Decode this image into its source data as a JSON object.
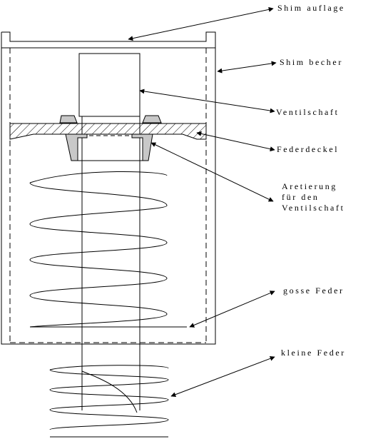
{
  "labels": {
    "shim_auflage": "Shim auflage",
    "shim_becher": "Shim becher",
    "ventilschaft": "Ventilschaft",
    "federdeckel": "Federdeckel",
    "arretierung": [
      "Aretierung",
      "für den",
      "Ventilschaft"
    ],
    "grosse_feder": "gosse Feder",
    "kleine_feder": "kleine Feder"
  },
  "colors": {
    "line": "#000000",
    "retainer_fill": "#c8c8c8",
    "background": "#ffffff"
  }
}
